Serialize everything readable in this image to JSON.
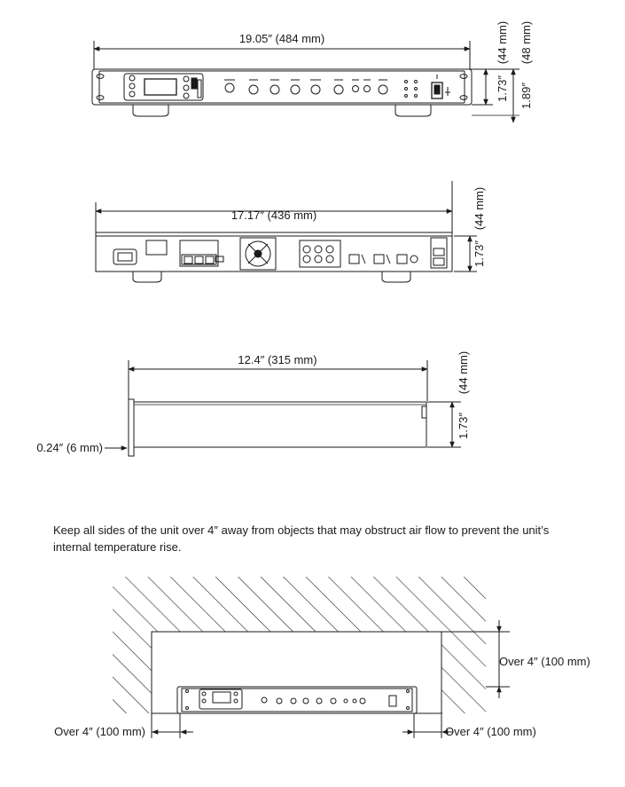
{
  "front_view": {
    "width_label": "19.05″ (484 mm)",
    "height_label_1": "1.73″",
    "height_mm_1": "(44 mm)",
    "height_label_2": "1.89″",
    "height_mm_2": "(48 mm)"
  },
  "rear_view": {
    "width_label": "17.17″ (436 mm)",
    "height_label": "1.73″",
    "height_mm": "(44 mm)"
  },
  "side_view": {
    "depth_label": "12.4″ (315 mm)",
    "height_label": "1.73″",
    "height_mm": "(44 mm)",
    "flange_label": "0.24″ (6 mm)"
  },
  "clearance": {
    "note": "Keep all sides of the unit over 4″ away from objects that may obstruct air flow to prevent the unit’s internal temperature rise.",
    "top_label": "Over 4″ (100 mm)",
    "left_label": "Over 4″ (100 mm)",
    "right_label": "Over 4″ (100 mm)"
  }
}
